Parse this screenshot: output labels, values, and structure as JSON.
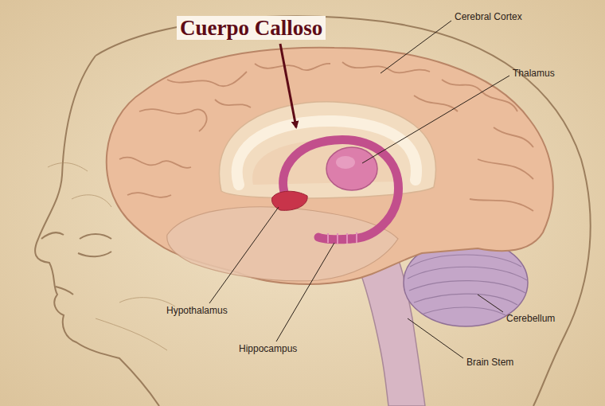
{
  "diagram": {
    "labels": [
      "Cuerpo Calloso",
      "Cerebral Cortex",
      "Thalamus",
      "Hypothalamus",
      "Hippocampus",
      "Cerebellum",
      "Brain Stem"
    ]
  }
}
